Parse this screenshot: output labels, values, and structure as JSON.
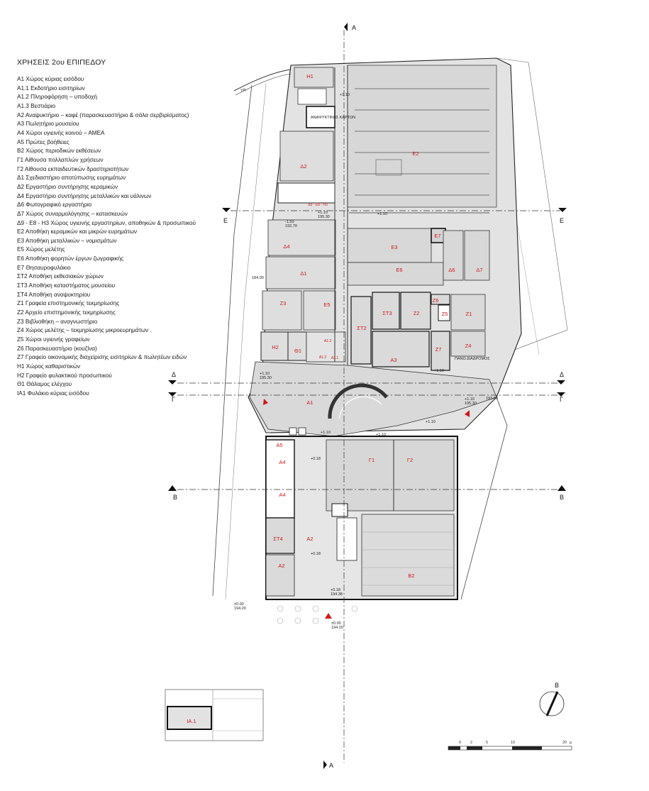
{
  "legend": {
    "title": "ΧΡΗΣΕΙΣ 2ου ΕΠΙΠΕΔΟΥ",
    "items": [
      "Α1 Χώρος κύριας εισόδου",
      "Α1.1 Εκδοτήριο εισιτηρίων",
      "Α1.2 Πληροφόρηση – υποδοχή",
      "Α1.3 Βεστιάριο",
      "Α2 Αναψυκτήριο – καφέ (παρασκευαστήριο & σάλα σερβιρίσματος)",
      "Α3 Πωλητήριο μουσείου",
      "Α4 Χώροι υγιεινής κοινού – ΑΜΕΑ",
      "Α5 Πρώτες βοήθειες",
      "Β2 Χώρος περιοδικών εκθέσεων",
      "Γ1 Αίθουσα πολλαπλών χρήσεων",
      "Γ2 Αίθουσα εκπαιδευτικών δραστηριοτήτων",
      "Δ1 Σχεδιαστήριο αποτύπωσης ευρημάτων",
      "Δ2 Εργαστήριο συντήρησης κεραμικών",
      "Δ4 Εργαστήριο συντήρησης μεταλλικών και υάλινων",
      "Δ6 Φωτογραφικό εργαστήριο",
      "Δ7 Χώρος συναρμολόγησης – κατασκευών",
      "Δ9 - Ε8 - Η3 Χώρος υγιεινής εργαστηρίων, αποθηκών & προσωπικού",
      "Ε2 Αποθήκη κεραμικών και μικρών ευρημάτων",
      "Ε3 Αποθήκη μεταλλικών – νομισμάτων",
      "Ε5 Χώρος μελέτης",
      "Ε6 Αποθήκη φορητών έργων ζωγραφικής",
      "Ε7 Θησαυροφυλάκιο",
      "ΣΤ2 Αποθήκη εκθεσιακών χώρων",
      "ΣΤ3 Αποθήκη καταστήματος μουσείου",
      "ΣΤ4 Αποθήκη αναψυκτηρίου",
      "Ζ1 Γραφεία επιστημονικής τεκμηρίωσης",
      "Ζ2 Αρχείο επιστημονικής τεκμηρίωσης",
      "Ζ3 Βιβλιοθήκη – αναγνωστήριο",
      "Ζ4 Χώρος μελέτης – τεκμηρίωσης μικροευρημάτων .",
      "Ζ5 Χώροι υγιεινής γραφείων",
      "Ζ6 Παρασκευαστήριο (κουζίνα)",
      "Ζ7 Γραφείο οικονομικής διαχείρισης εισιτηρίων & πωλητέων ειδών",
      "Η1 Χώρος καθαριστικών",
      "Η2 Γραφείο φυλακτικού προσωπικού",
      "Θ1 Θάλαμος ελέγχου",
      "ΙΑ1 Φυλάκιο κύριας εισόδου"
    ]
  },
  "rooms": {
    "H1": "Η1",
    "D2": "Δ2",
    "E2": "Ε2",
    "D9": "Δ9 - Ε8 - Η3",
    "D4": "Δ4",
    "E3": "Ε3",
    "E7": "Ε7",
    "E6": "Ε6",
    "D6": "Δ6",
    "D7": "Δ7",
    "D1": "Δ1",
    "Z3": "Ζ3",
    "E5": "Ε5",
    "ST3": "ΣΤ3",
    "Z2": "Ζ2",
    "Z6": "Ζ6",
    "Z5": "Ζ5",
    "Z1": "Ζ1",
    "ST2": "ΣΤ2",
    "H2": "Η2",
    "TH1": "Θ1",
    "A13": "Α1.3",
    "A12": "Α1.2",
    "A11": "Α1.1",
    "A3": "Α3",
    "Z7": "Ζ7",
    "Z4": "Ζ4",
    "A1": "Α1",
    "A5": "Α5",
    "A4a": "Α4",
    "A4b": "Α4",
    "G1": "Γ1",
    "G2": "Γ2",
    "ST4": "ΣΤ4",
    "A2a": "Α2",
    "A2b": "Α2",
    "B2": "Β2",
    "IA1": "ΙΑ.1"
  },
  "levels": {
    "l1": "+1.10",
    "l2": "+1.10",
    "l2b": "195.30",
    "l3": "-1.50",
    "l3b": "192.70",
    "l4": "+1.10",
    "l5": "184.00",
    "l6": "+1.10",
    "l6b": "195.30",
    "l7": "+1.10",
    "l7b": "195.30",
    "l8": "193.60",
    "l9": "+1.10",
    "l10": "+0.18",
    "l11": "+0.18",
    "l11b": "194.38",
    "l12": "±0.00",
    "l12b": "194.20",
    "l13": "±0.00",
    "l13b": "194.20",
    "l14": "+1.10",
    "l15": "+1.10",
    "l16": "+0.18",
    "l17": "+1.10"
  },
  "small_notes": {
    "n1": "ΑΝΑΨΥΚΤΙΚΗΣ ΚΑΡΤΩΝ",
    "n2": "ΠΑΝΩ ΔΙΑΔΡΟΜΟΣ",
    "n3": "ΥΠ"
  },
  "sections": {
    "A_top": "Α",
    "A_bottom": "Α",
    "E_left": "Ε",
    "E_right": "Ε",
    "D_left": "Δ",
    "D_right": "Δ",
    "G_left": "Γ",
    "G_right": "Γ",
    "B_left": "Β",
    "B_right": "Β"
  },
  "north": "Β",
  "scale_bar": {
    "ticks": [
      "0",
      "2",
      "5",
      "10",
      "20"
    ],
    "unit": "μ"
  }
}
